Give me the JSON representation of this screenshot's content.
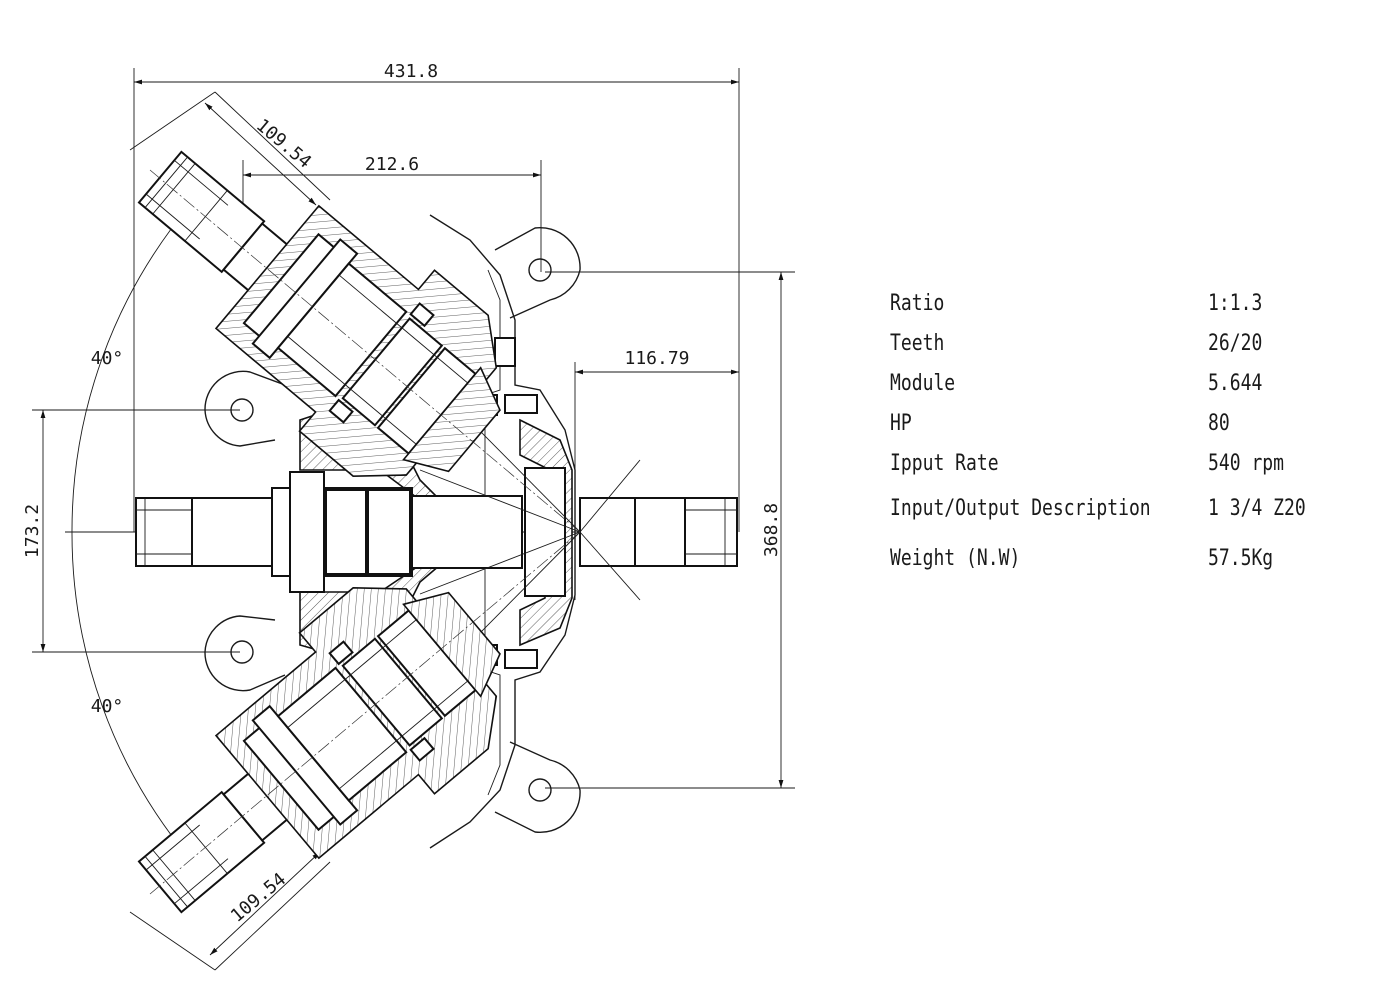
{
  "drawing": {
    "dimensions": {
      "overall_width": "431.8",
      "shaft_angle_offset_top": "109.54",
      "shaft_angle_offset_bottom": "109.54",
      "center_to_mount": "212.6",
      "flange_to_end": "116.79",
      "mount_hole_spacing": "173.2",
      "overall_height": "368.8",
      "angle_top": "40°",
      "angle_bottom": "40°"
    }
  },
  "specs": {
    "rows": [
      {
        "label": "Ratio",
        "value": "1:1.3"
      },
      {
        "label": "Teeth",
        "value": "26/20"
      },
      {
        "label": "Module",
        "value": "5.644"
      },
      {
        "label": "HP",
        "value": "80"
      },
      {
        "label": "Ipput Rate",
        "value": "540 rpm"
      },
      {
        "label": "Input/Output Description",
        "value": "1 3/4 Z20"
      },
      {
        "label": "Weight (N.W)",
        "value": "57.5Kg"
      }
    ]
  }
}
